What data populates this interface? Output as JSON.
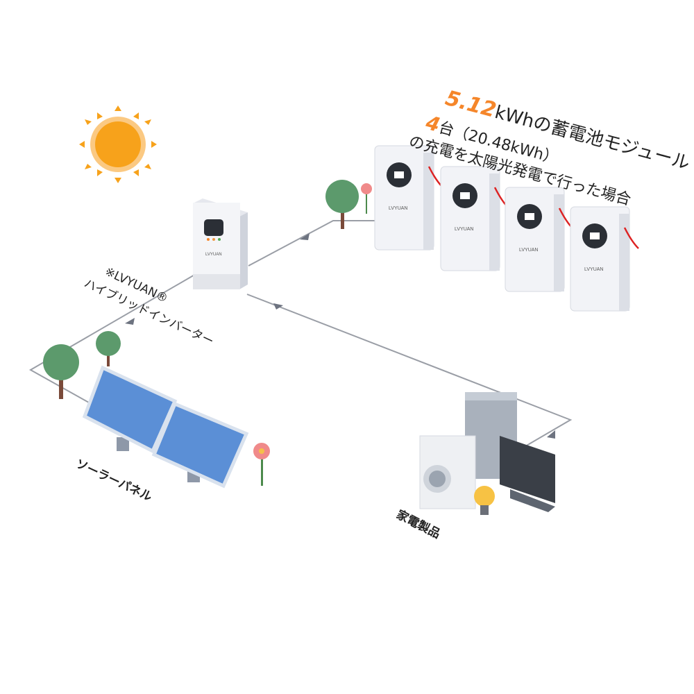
{
  "headline": {
    "line1_number": "5.12",
    "line1_text": "kWhの蓄電池モジュール",
    "line2_number": "4",
    "line2_text": "台（20.48kWh）",
    "line3_text": "の充電を太陽光発電で行った場合"
  },
  "labels": {
    "inverter_line1": "※LVYUAN®",
    "inverter_line2": "ハイブリッドインバーター",
    "solar_panel": "ソーラーパネル",
    "appliances": "家電製品"
  },
  "brand": "LVYUAN",
  "colors": {
    "accent": "#f5862a",
    "sun": "#f7a21b",
    "panel": "#5b8fd6",
    "line": "#9a9ea6"
  }
}
